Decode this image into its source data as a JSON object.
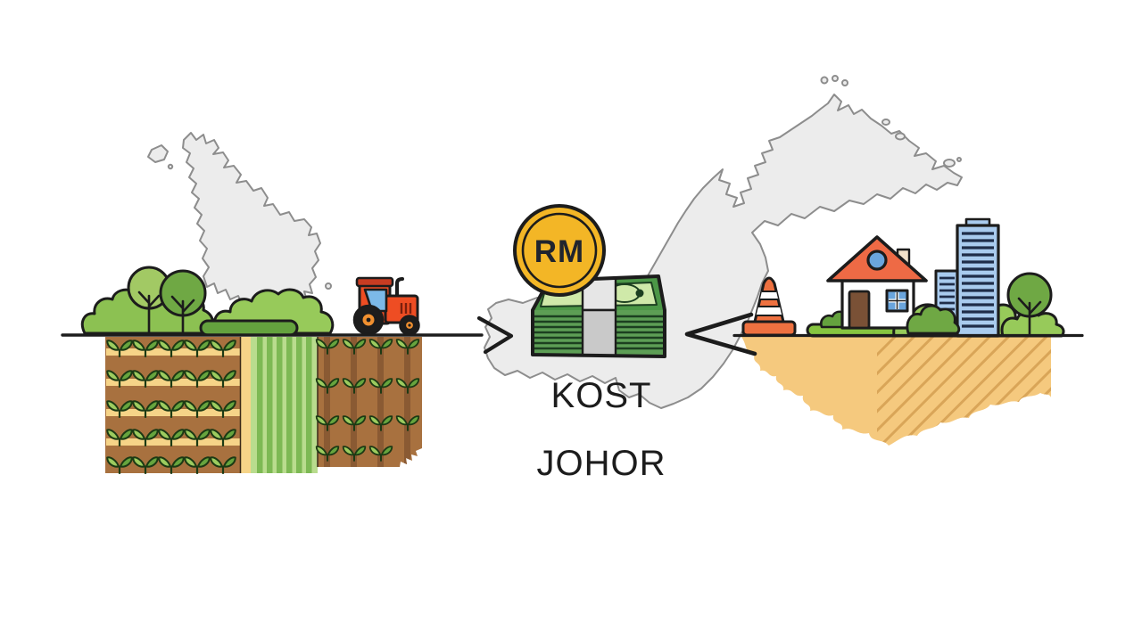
{
  "texts": {
    "coin_label": "RM",
    "caption_line1": "KOST",
    "caption_line2": "JOHOR"
  },
  "colors": {
    "background": "#ffffff",
    "map_fill": "#ececec",
    "map_outline": "#8d8d8d",
    "line": "#1c1c1c",
    "coin_gold": "#f3b626",
    "coin_text": "#20242e",
    "money_front": "#5d9e55",
    "money_top": "#4c9747",
    "money_dark": "#1c3f20",
    "money_note_light": "#cfe9a9",
    "band_grey": "#c9c9c9",
    "band_light": "#e6e6e6",
    "soil_brown": "#a8713f",
    "soil_dark_stripe": "#8a5a33",
    "soil_stripe_tan": "#f6d488",
    "field_light_green": "#b9dc8e",
    "field_dark_green": "#7db954",
    "leaf_green": "#9ccc5f",
    "leaf_green_dark": "#66a53e",
    "bush_green": "#8cc152",
    "bush_light": "#97ca5a",
    "hedge_green": "#64a23e",
    "tree_light": "#a2c964",
    "tree_dark": "#6fa844",
    "tractor_red": "#ee4d23",
    "tractor_roof": "#c83c22",
    "tractor_window": "#7cb9e8",
    "wheel_hub_orange": "#f09030",
    "cone_orange": "#ee7140",
    "house_roof": "#ee6a45",
    "house_wall": "#ffffff",
    "door_brown": "#7a5136",
    "window_blue": "#6aa5dd",
    "chimney_cream": "#f2e2c9",
    "building_blue": "#a9cbee",
    "building_stripe": "#1f2d49",
    "platform_green": "#86c440",
    "sand": "#f5c97e",
    "sand_stripe": "#d9a558"
  },
  "scene": {
    "left_region": {
      "map_icon": "peninsular-malaysia-map-silhouette",
      "icons": [
        "bush",
        "round-tree",
        "hedge",
        "tractor",
        "farm-soil-rows",
        "crop-sprouts"
      ]
    },
    "center_region": {
      "icons": [
        "rm-coin",
        "banknote-stack",
        "right-pointing-arrow",
        "left-pointing-arrow"
      ]
    },
    "right_region": {
      "map_icon": "east-malaysia-borneo-map-silhouette",
      "icons": [
        "traffic-cone",
        "house",
        "skyscraper",
        "round-tree",
        "sandy-terrain"
      ]
    }
  }
}
